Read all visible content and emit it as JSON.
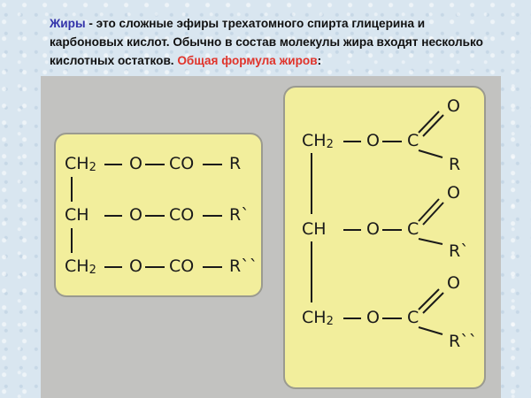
{
  "intro": {
    "term": "Жиры",
    "text": " - это сложные эфиры трехатомного спирта глицерина и карбоновых кислот. Обычно в состав молекулы жира входят несколько кислотных остатков. ",
    "formula_label": "Общая формула жиров",
    "colon": ":"
  },
  "condensed_formula": {
    "rows": [
      {
        "ch_main": "CH",
        "ch_sub": "2",
        "o": "O",
        "co": "CO",
        "r": "R"
      },
      {
        "ch_main": "CH",
        "ch_sub": "",
        "o": "O",
        "co": "CO",
        "r": "R`"
      },
      {
        "ch_main": "CH",
        "ch_sub": "2",
        "o": "O",
        "co": "CO",
        "r": "R``"
      }
    ]
  },
  "structural_formula": {
    "rows": [
      {
        "ch_main": "CH",
        "ch_sub": "2",
        "o": "O",
        "c": "C",
        "carbonyl_o": "O",
        "r": "R"
      },
      {
        "ch_main": "CH",
        "ch_sub": "",
        "o": "O",
        "c": "C",
        "carbonyl_o": "O",
        "r": "R`"
      },
      {
        "ch_main": "CH",
        "ch_sub": "2",
        "o": "O",
        "c": "C",
        "carbonyl_o": "O",
        "r": "R``"
      }
    ]
  },
  "colors": {
    "term": "#3333aa",
    "formula_label": "#e0332a",
    "panel": "#f2ee9c",
    "stage": "#c2c2c0"
  }
}
